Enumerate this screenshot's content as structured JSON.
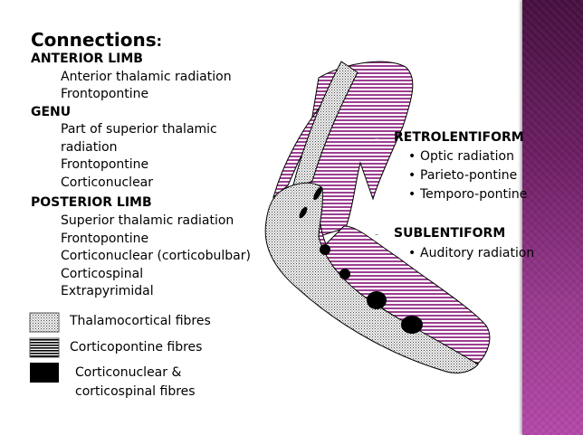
{
  "title": "Connections",
  "title_suffix": ":",
  "sections": [
    {
      "heading": "ANTERIOR LIMB",
      "items": [
        "Anterior thalamic radiation",
        "Frontopontine"
      ]
    },
    {
      "heading": "GENU",
      "items": [
        "Part of superior thalamic",
        "radiation",
        "Frontopontine",
        "Corticonuclear"
      ]
    },
    {
      "heading": "POSTERIOR LIMB",
      "items": [
        "Superior thalamic radiation",
        "Frontopontine",
        "Corticonuclear (corticobulbar)",
        "Corticospinal",
        "Extrapyrimidal"
      ]
    }
  ],
  "legend": [
    {
      "pattern": "dotted",
      "label": "Thalamocortical fibres"
    },
    {
      "pattern": "striped",
      "label": "Corticopontine fibres"
    },
    {
      "pattern": "solid-black",
      "label_line1": "Corticonuclear &",
      "label_line2": "corticospinal fibres"
    }
  ],
  "right_sections": [
    {
      "bullet": "-",
      "heading": "RETROLENTIFORM",
      "items": [
        "Optic radiation",
        "Parieto-pontine",
        "Temporo-pontine"
      ]
    },
    {
      "bullet": "-",
      "heading": "SUBLENTIFORM",
      "items": [
        "Auditory radiation"
      ]
    }
  ],
  "item_bullet": "•",
  "colors": {
    "stripe": "#9c3f91",
    "panel_top": "#46103f",
    "panel_bottom": "#b548aa"
  }
}
